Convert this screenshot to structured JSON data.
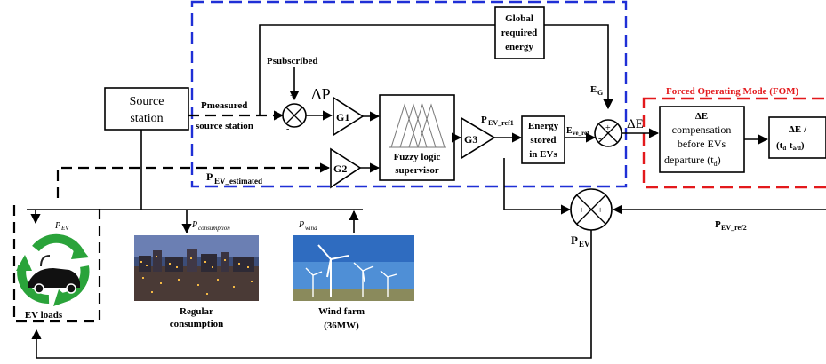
{
  "labels": {
    "global_energy_1": "Global",
    "global_energy_2": "required",
    "global_energy_3": "energy",
    "psubscribed": "Psubscribed",
    "delta_p": "ΔP",
    "pmeasured_1": "Pmeasured",
    "pmeasured_2": "source station",
    "source_station_1": "Source",
    "source_station_2": "station",
    "g1": "G1",
    "g2": "G2",
    "g3": "G3",
    "fuzzy_1": "Fuzzy logic",
    "fuzzy_2": "supervisor",
    "pev_ref1": "P",
    "pev_ref1_sub": "EV_ref1",
    "energy_stored_1": "Energy",
    "energy_stored_2": "stored",
    "energy_stored_3": "in EVs",
    "eve_ref": "E",
    "eve_ref_sub": "ve_ref",
    "eg": "E",
    "eg_sub": "G",
    "delta_e": "ΔE",
    "fom_title": "Forced Operating Mode (FOM)",
    "comp_1": "ΔE",
    "comp_2": "compensation",
    "comp_3": "before EVs",
    "comp_4": "departure (t",
    "comp_4_sub": "d",
    "comp_4_end": ")",
    "div_1": "ΔE /",
    "div_2": "(t",
    "div_2_sub1": "d",
    "div_2_mid": "-t",
    "div_2_sub2": "a/d",
    "div_2_end": ")",
    "pev_est": "P",
    "pev_est_sub": "EV_estimated",
    "pev_sum": "P",
    "pev_sum_sub": "EV",
    "pev_ref2": "P",
    "pev_ref2_sub": "EV_ref2",
    "pev_load": "P",
    "pev_load_sub": "EV",
    "pconsumption": "P",
    "pconsumption_sub": "consumption",
    "pwind": "P",
    "pwind_sub": "wind",
    "ev_loads": "EV loads",
    "regular_1": "Regular",
    "regular_2": "consumption",
    "wind_1": "Wind farm",
    "wind_2": "(36MW)",
    "plus": "+",
    "minus": "-"
  },
  "colors": {
    "supervisor_border": "#1f2fd6",
    "fom_border": "#e3191c",
    "fom_title": "#e3191c",
    "recycle_green": "#2aa33a"
  }
}
